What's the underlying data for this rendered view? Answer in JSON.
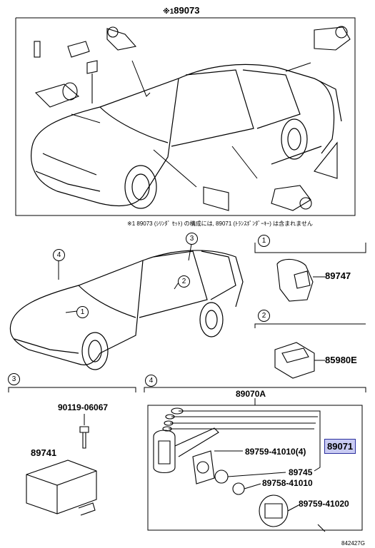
{
  "top_section": {
    "marker": "※1",
    "part": "89073"
  },
  "footnote": "※1  89073 (ｼﾘﾝﾀﾞ ｾｯﾄ) の構成には, 89071 (ﾄﾗﾝｽﾎﾟﾝﾀﾞｰｷｰ) は含まれません",
  "callouts": {
    "c1": "1",
    "c2": "2",
    "c3": "3",
    "c4": "4"
  },
  "section1": {
    "num": "1",
    "part": "89747"
  },
  "section2": {
    "num": "2",
    "part": "85980E"
  },
  "section3": {
    "num": "3",
    "bolt": "90119-06067",
    "unit": "89741"
  },
  "section4": {
    "num": "4",
    "group": "89070A",
    "key": "89071",
    "screw": "89759-41010(4)",
    "plate": "89745",
    "cap": "89758-41010",
    "screw2": "89759-41020"
  },
  "illustration_id": "842427G",
  "colors": {
    "line": "#000000",
    "highlight": "#c9cbf2"
  }
}
